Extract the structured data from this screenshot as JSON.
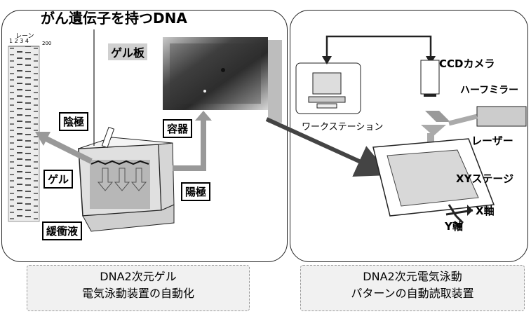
{
  "left_panel": {
    "title": "がん遺伝子を持つDNA",
    "gel_plate_label": "ゲル板",
    "cathode_label": "陰極",
    "container_label": "容器",
    "gel_label": "ゲル",
    "anode_label": "陽極",
    "buffer_label": "緩衝液",
    "lane_header": "レーン",
    "lane_numbers": "1 2 3 4",
    "scale_mark": "200"
  },
  "right_panel": {
    "ccd_camera_label": "CCDカメラ",
    "half_mirror_label": "ハーフミラー",
    "workstation_label": "ワークステーション",
    "laser_label": "レーザー",
    "xy_stage_label": "XYステージ",
    "x_axis_label": "X軸",
    "y_axis_label": "Y軸"
  },
  "captions": {
    "left_line1": "DNA2次元ゲル",
    "left_line2": "電気泳動装置の自動化",
    "right_line1": "DNA2次元電気泳動",
    "right_line2": "パターンの自動読取装置"
  }
}
